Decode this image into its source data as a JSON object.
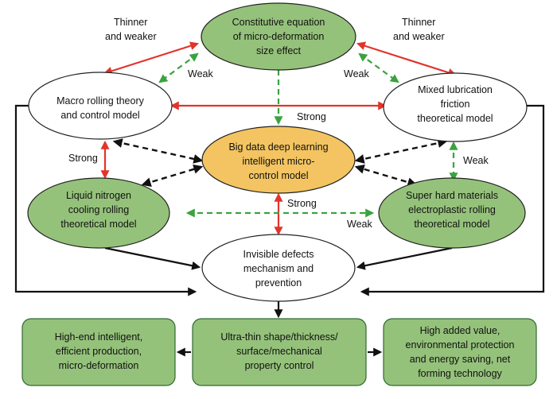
{
  "nodes": {
    "constitutive": [
      "Constitutive equation",
      "of  micro-deformation",
      "size effect"
    ],
    "macro": [
      "Macro rolling theory",
      "and control model"
    ],
    "mixed": [
      "Mixed lubrication",
      "friction",
      "theoretical model"
    ],
    "bigdata": [
      "Big data deep learning",
      "intelligent micro-",
      "control model"
    ],
    "liquid": [
      "Liquid nitrogen",
      "cooling rolling",
      "theoretical model"
    ],
    "superhard": [
      "Super hard materials",
      "electroplastic rolling",
      "theoretical model"
    ],
    "invisible": [
      "Invisible defects",
      "mechanism and",
      "prevention"
    ]
  },
  "boxes": {
    "highend": [
      "High-end intelligent,",
      "efficient production,",
      "micro-deformation"
    ],
    "ultrathin": [
      "Ultra-thin shape/thickness/",
      "surface/mechanical",
      "property control"
    ],
    "highvalue": [
      "High added value,",
      "environmental protection",
      "and energy saving, net",
      "forming technology"
    ]
  },
  "labels": {
    "thinner_left": [
      "Thinner",
      "and weaker"
    ],
    "thinner_right": [
      "Thinner",
      "and weaker"
    ],
    "weak_left": "Weak",
    "weak_right": "Weak",
    "strong_top": "Strong",
    "strong_left": "Strong",
    "weak_mid_right": "Weak",
    "strong_center": "Strong",
    "weak_bottom": "Weak"
  },
  "colors": {
    "green_fill": "#95c27b",
    "orange_fill": "#f3c461",
    "strong_arrow": "#e0342c",
    "weak_arrow": "#3aa33f",
    "bigdata_arrow": "#111111"
  }
}
